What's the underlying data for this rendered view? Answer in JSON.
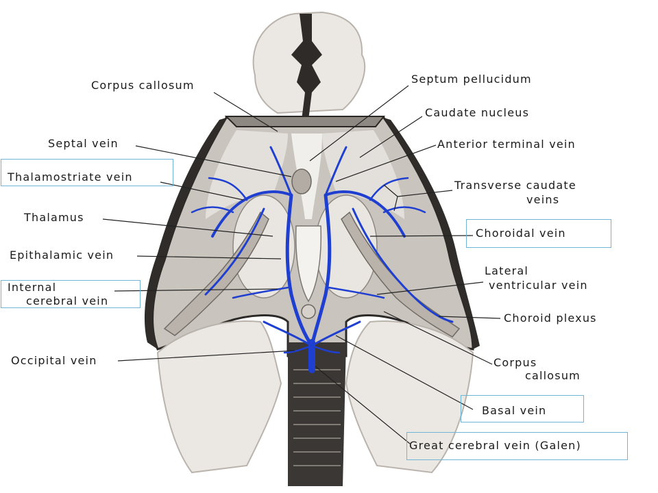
{
  "colors": {
    "vein": "#1f3fd0",
    "vein_dark": "#0d1f8a",
    "tissue_light": "#e7e3de",
    "tissue_mid": "#bdb7b0",
    "tissue_dark": "#3b3836",
    "highlight_border": "#6fb6d6"
  },
  "labels": {
    "corpus_callosum_top": "Corpus callosum",
    "septal_vein": "Septal vein",
    "thalamostriate_vein": "Thalamostriate vein",
    "thalamus": "Thalamus",
    "epithalamic_vein": "Epithalamic vein",
    "internal_cerebral_vein_1": "Internal",
    "internal_cerebral_vein_2": "cerebral vein",
    "occipital_vein": "Occipital vein",
    "septum_pellucidum": "Septum pellucidum",
    "caudate_nucleus": "Caudate nucleus",
    "anterior_terminal_vein": "Anterior terminal vein",
    "transverse_caudate_veins_1": "Transverse caudate",
    "transverse_caudate_veins_2": "veins",
    "choroidal_vein": "Choroidal vein",
    "lateral_ventricular_vein_1": "Lateral",
    "lateral_ventricular_vein_2": "ventricular vein",
    "choroid_plexus": "Choroid plexus",
    "corpus_callosum_bottom_1": "Corpus",
    "corpus_callosum_bottom_2": "callosum",
    "basal_vein": "Basal vein",
    "great_cerebral_vein": "Great cerebral vein (Galen)"
  }
}
